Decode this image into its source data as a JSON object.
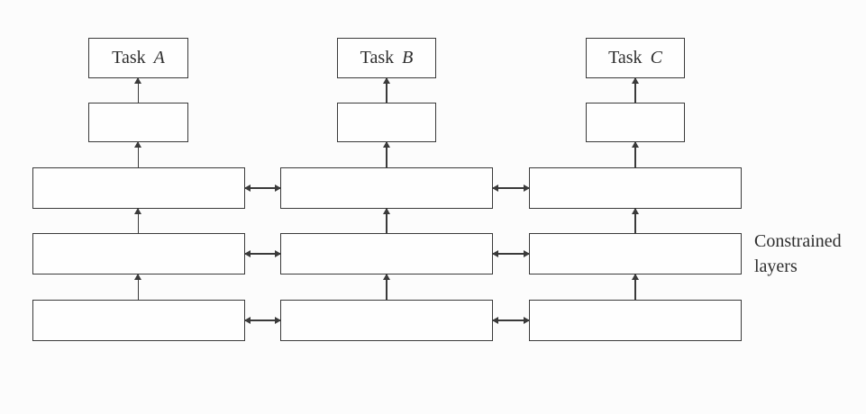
{
  "diagram": {
    "tasks": [
      {
        "word": "Task",
        "letter": "A"
      },
      {
        "word": "Task",
        "letter": "B"
      },
      {
        "word": "Task",
        "letter": "C"
      }
    ],
    "side_label": {
      "line1": "Constrained",
      "line2": "layers"
    },
    "colors": {
      "line": "#3a3a3a",
      "background": "#fcfcfc",
      "box_fill": "#fefefe",
      "text": "#2e2e2e"
    }
  }
}
